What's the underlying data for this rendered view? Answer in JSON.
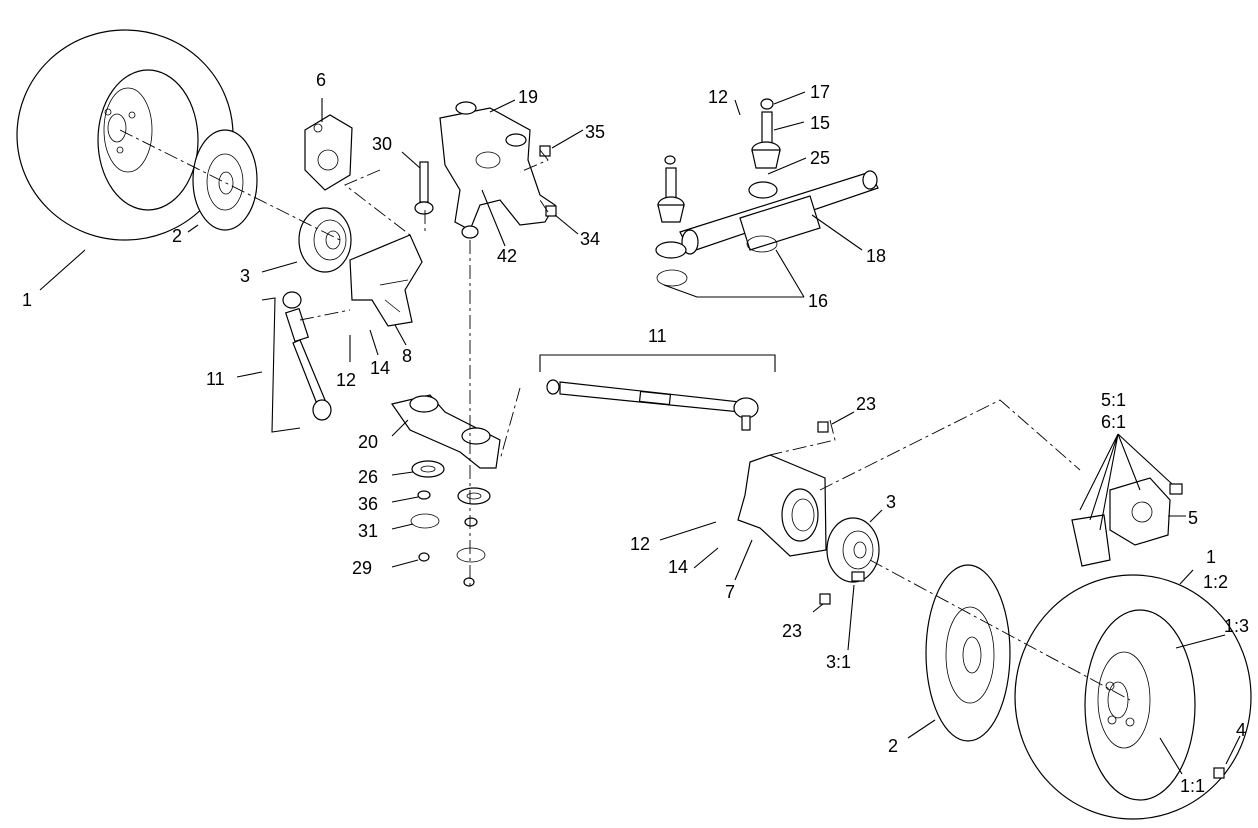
{
  "labels": {
    "l1a": "1",
    "l2a": "2",
    "l3a": "3",
    "l6": "6",
    "l30": "30",
    "l19": "19",
    "l35": "35",
    "l34": "34",
    "l42": "42",
    "l8": "8",
    "l11a": "11",
    "l12a": "12",
    "l14a": "14",
    "l12b": "12",
    "l17": "17",
    "l15": "15",
    "l25": "25",
    "l18": "18",
    "l16": "16",
    "l11b": "11",
    "l20": "20",
    "l26": "26",
    "l36": "36",
    "l31": "31",
    "l29": "29",
    "l23a": "23",
    "l12c": "12",
    "l14b": "14",
    "l7": "7",
    "l3b": "3",
    "l23b": "23",
    "l31b": "3:1",
    "l2b": "2",
    "l51": "5:1",
    "l61": "6:1",
    "l5": "5",
    "l1b": "1",
    "l12r": "1:2",
    "l13": "1:3",
    "l4": "4",
    "l11r": "1:1"
  }
}
